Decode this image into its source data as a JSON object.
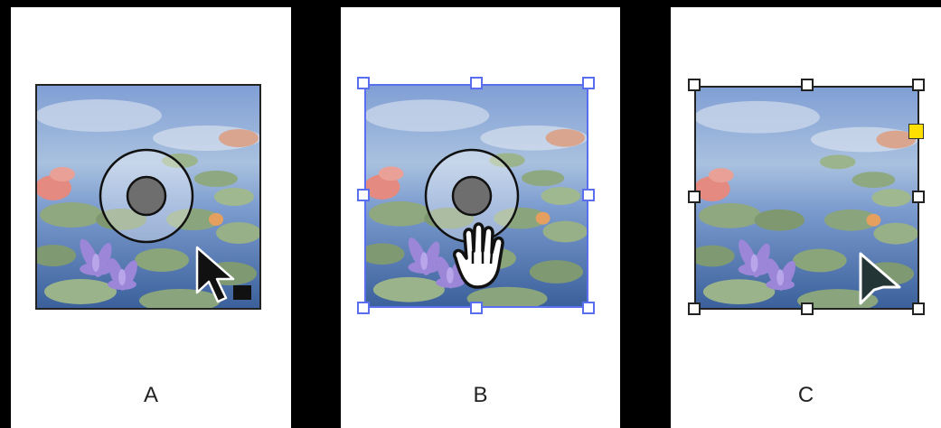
{
  "panels": [
    {
      "id": "A",
      "label": "A"
    },
    {
      "id": "B",
      "label": "B"
    },
    {
      "id": "C",
      "label": "C"
    }
  ],
  "colors": {
    "background": "#000000",
    "panel": "#ffffff",
    "selection_blue": "#5a6ef0",
    "handle_black": "#222222",
    "content_indicator": "#ffe000"
  },
  "icons": [
    "content-grabber-icon",
    "arrow-cursor-icon",
    "hand-cursor-icon",
    "direct-selection-cursor-icon"
  ]
}
